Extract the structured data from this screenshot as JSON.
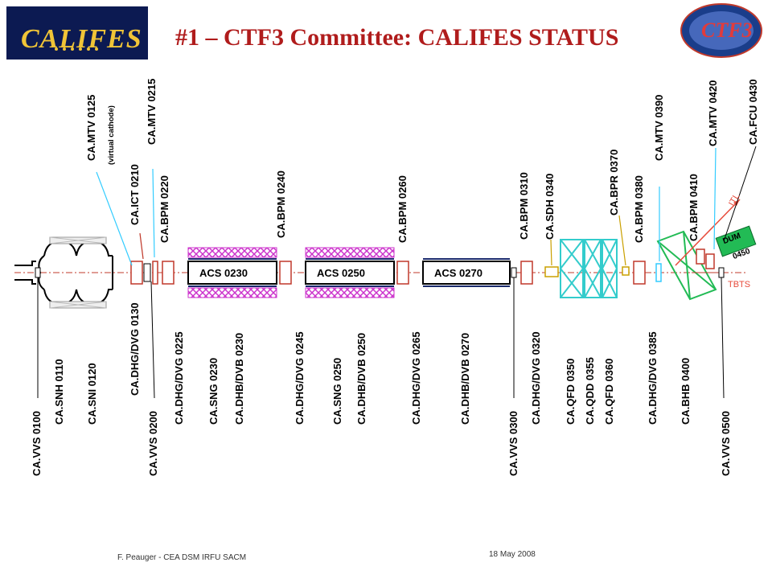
{
  "header": {
    "title": "#1 – CTF3 Committee: CALIFES STATUS",
    "logo_text": "CALIFES",
    "ctf_logo_text": "CTF3"
  },
  "structures": {
    "acs_0230": "ACS 0230",
    "acs_0250": "ACS 0250",
    "acs_0270": "ACS 0270",
    "dump": "DUM",
    "dump_number": "0450",
    "itl": "ITL",
    "tbts": "TBTS"
  },
  "labels_top": [
    "CA.MTV 0125",
    "(virtual cathode)",
    "CA.MTV 0215",
    "CA.ICT 0210",
    "CA.BPM 0220",
    "CA.BPM 0240",
    "CA.BPM 0260",
    "CA.BPM 0310",
    "CA.SDH 0340",
    "CA.BPR 0370",
    "CA.BPM 0380",
    "CA.MTV 0390",
    "CA.BPM 0410",
    "CA.MTV 0420",
    "CA.FCU 0430"
  ],
  "labels_bottom": [
    "CA.VVS 0100",
    "CA.SNH 0110",
    "CA.SNI 0120",
    "CA.DHG/DVG 0130",
    "CA.VVS 0200",
    "CA.DHG/DVG 0225",
    "CA.SNG 0230",
    "CA.DHB/DVB 0230",
    "CA.DHG/DVG 0245",
    "CA.SNG 0250",
    "CA.DHB/DVB 0250",
    "CA.DHG/DVG 0265",
    "CA.DHB/DVB 0270",
    "CA.VVS 0300",
    "CA.DHG/DVG 0320",
    "CA.QFD 0350",
    "CA.QDD 0355",
    "CA.QFD 0360",
    "CA.DHG/DVG 0385",
    "CA.BHB 0400",
    "CA.VVS 0500"
  ],
  "footer": {
    "author": "F. Peauger - CEA DSM IRFU SACM",
    "date": "18 May 2008"
  },
  "colors": {
    "title": "#b01c1c",
    "beamline": "#c0392b",
    "solenoid": "#cc33cc",
    "quadrupole": "#33cccc",
    "monitor_arrow": "#33ccff",
    "dump": "#22bb55",
    "itl": "#e74c3c"
  }
}
